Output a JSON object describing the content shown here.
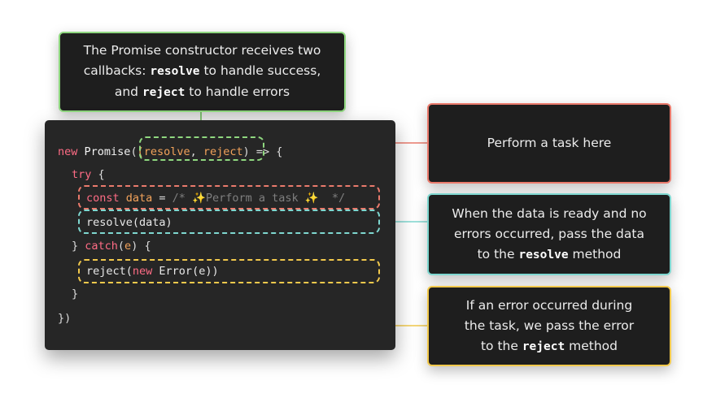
{
  "callouts": {
    "constructor": {
      "line1": "The Promise constructor receives two",
      "line2_a": "callbacks: ",
      "line2_code": "resolve",
      "line2_b": " to handle success,",
      "line3_a": "and ",
      "line3_code": "reject",
      "line3_b": " to handle errors"
    },
    "task": {
      "text": "Perform a task here"
    },
    "resolve": {
      "line1": "When the data is ready and no",
      "line2": "errors occurred, pass the data",
      "line3_a": "to the ",
      "line3_code": "resolve",
      "line3_b": " method"
    },
    "reject": {
      "line1": "If an error occurred during",
      "line2": "the task, we pass the error",
      "line3_a": "to the ",
      "line3_code": "reject",
      "line3_b": " method"
    }
  },
  "code": {
    "l1_new": "new",
    "l1_promise": "Promise",
    "l1_open": "(",
    "l1_param1": "(resolve",
    "l1_comma": ", ",
    "l1_param2": "reject",
    "l1_close": ")",
    "l1_arrow": " => {",
    "l2_try": "try",
    "l2_brace": " {",
    "l3_const": "const",
    "l3_data": " data",
    "l3_eq": " = ",
    "l3_comment_open": "/* ",
    "l3_sparkle1": "✨",
    "l3_comment_text": "Perform a task ",
    "l3_sparkle2": "✨",
    "l3_comment_close": "  */",
    "l4": "resolve(data)",
    "l5_close": "} ",
    "l5_catch": "catch",
    "l5_open": "(",
    "l5_e": "e",
    "l5_rest": ") {",
    "l6_reject": "reject(",
    "l6_new": "new",
    "l6_rest": " Error(e))",
    "l7": "}",
    "l8": "})"
  },
  "colors": {
    "green": "#8fd77f",
    "red": "#ea7a6c",
    "teal": "#7ed7d0",
    "yellow": "#f2c94c",
    "editor_bg": "#262626",
    "callout_bg": "#1e1e1e"
  }
}
